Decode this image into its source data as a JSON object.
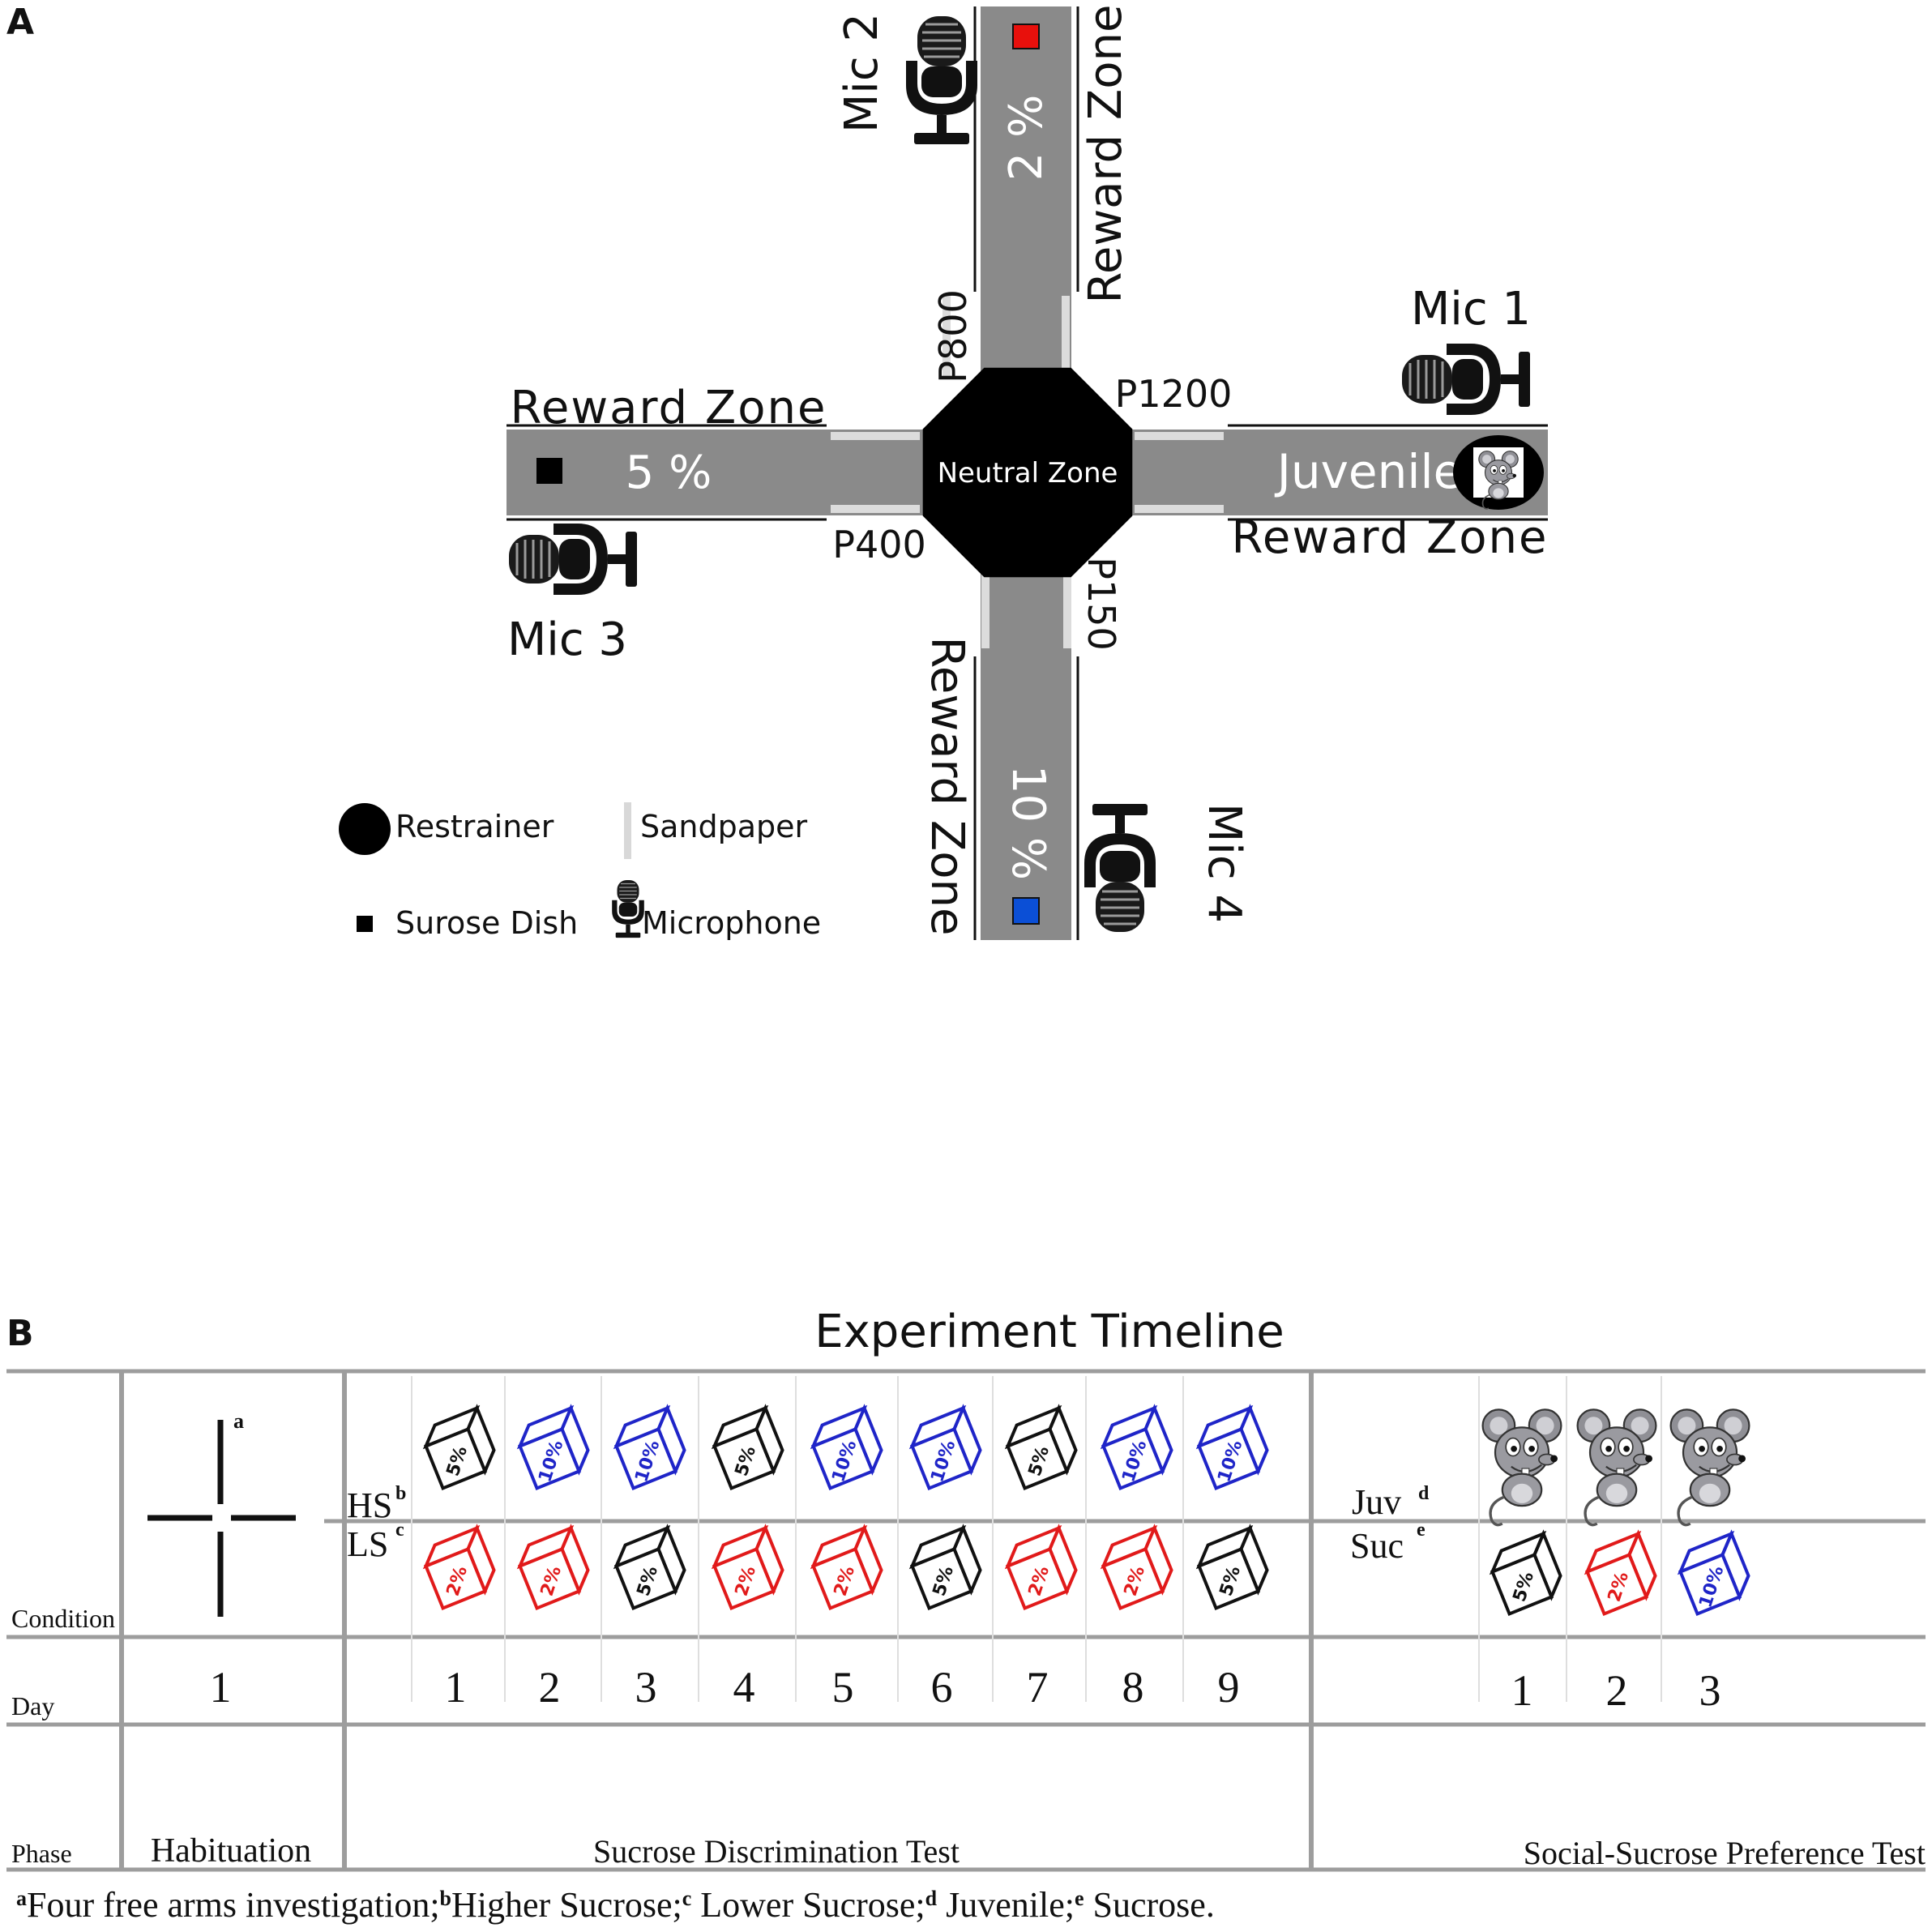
{
  "panel_a": {
    "label": "A",
    "neutral_zone": "Neutral Zone",
    "arms": {
      "top": {
        "percent": "2 %",
        "zone": "Reward Zone",
        "mic": "Mic 2",
        "paper": "P800",
        "dish_color": "#e8100c"
      },
      "right": {
        "percent": "",
        "zone": "Reward Zone",
        "mic": "Mic 1",
        "paper": "P1200",
        "stimulus": "Juvenile"
      },
      "left": {
        "percent": "5 %",
        "zone": "Reward Zone",
        "mic": "Mic 3",
        "paper": "P400",
        "dish_color": "#000000"
      },
      "bottom": {
        "percent": "10 %",
        "zone": "Reward Zone",
        "mic": "Mic 4",
        "paper": "P150",
        "dish_color": "#0b4fd6"
      }
    },
    "legend": {
      "restrainer": "Restrainer",
      "sandpaper": "Sandpaper",
      "dish": "Surose Dish",
      "microphone": "Microphone"
    }
  },
  "panel_b": {
    "label": "B",
    "title": "Experiment Timeline",
    "row_labels": {
      "condition": "Condition",
      "day": "Day",
      "phase": "Phase"
    },
    "habituation": {
      "phase": "Habituation",
      "day": "1",
      "note_mark": "a"
    },
    "discrimination": {
      "phase": "Sucrose Discrimination Test",
      "hs_label": "HS",
      "hs_mark": "b",
      "ls_label": "LS",
      "ls_mark": "c",
      "days": [
        "1",
        "2",
        "3",
        "4",
        "5",
        "6",
        "7",
        "8",
        "9"
      ],
      "hs": [
        "5%",
        "10%",
        "10%",
        "5%",
        "10%",
        "10%",
        "5%",
        "10%",
        "10%"
      ],
      "ls": [
        "2%",
        "2%",
        "5%",
        "2%",
        "2%",
        "5%",
        "2%",
        "2%",
        "5%"
      ]
    },
    "social": {
      "phase": "Social-Sucrose Preference Test",
      "juv_label": "Juv",
      "juv_mark": "d",
      "suc_label": "Suc",
      "suc_mark": "e",
      "days": [
        "1",
        "2",
        "3"
      ],
      "suc": [
        "5%",
        "2%",
        "10%"
      ]
    },
    "footnote": {
      "a_mark": "a",
      "a_text": "Four free arms investigation;",
      "b_mark": "b",
      "b_text": "Higher Sucrose;",
      "c_mark": "c",
      "c_text": " Lower Sucrose;",
      "d_mark": "d",
      "d_text": " Juvenile;",
      "e_mark": "e",
      "e_text": "  Sucrose."
    },
    "percent_colors": {
      "2%": "#e11a1a",
      "5%": "#111111",
      "10%": "#1f25c8"
    }
  }
}
